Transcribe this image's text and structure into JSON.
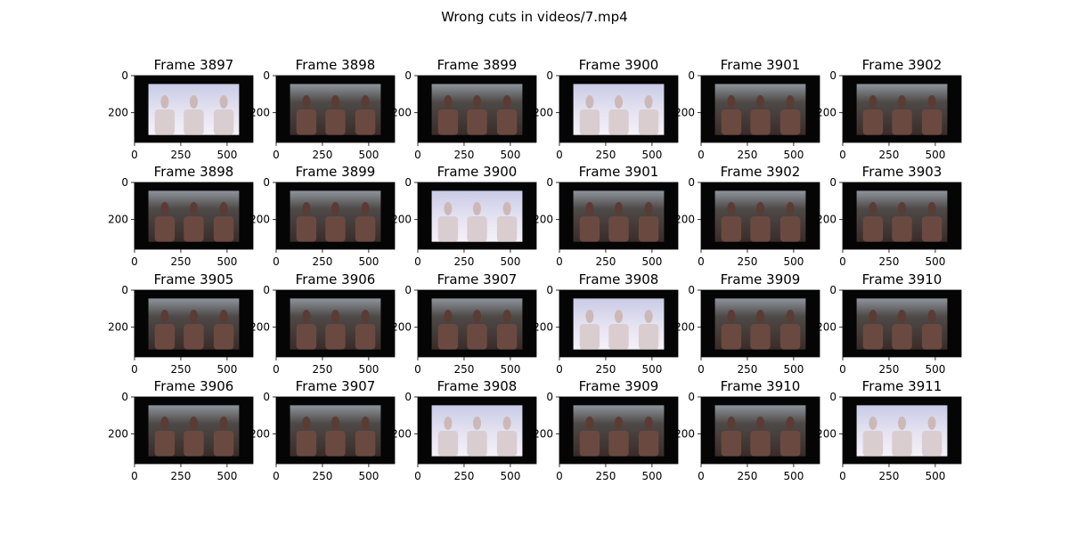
{
  "figure": {
    "suptitle": "Wrong cuts in videos/7.mp4"
  },
  "chart_data": {
    "type": "image-grid",
    "title": "Wrong cuts in videos/7.mp4",
    "rows": 4,
    "cols": 6,
    "xticks": [
      0,
      250,
      500
    ],
    "yticks": [
      0,
      200
    ],
    "xlim": [
      0,
      640
    ],
    "ylim": [
      360,
      0
    ],
    "panels": [
      {
        "title": "Frame 3897",
        "tone": "bright"
      },
      {
        "title": "Frame 3898",
        "tone": "dark"
      },
      {
        "title": "Frame 3899",
        "tone": "dark"
      },
      {
        "title": "Frame 3900",
        "tone": "bright"
      },
      {
        "title": "Frame 3901",
        "tone": "dark"
      },
      {
        "title": "Frame 3902",
        "tone": "dark"
      },
      {
        "title": "Frame 3898",
        "tone": "dark"
      },
      {
        "title": "Frame 3899",
        "tone": "dark"
      },
      {
        "title": "Frame 3900",
        "tone": "bright"
      },
      {
        "title": "Frame 3901",
        "tone": "dark"
      },
      {
        "title": "Frame 3902",
        "tone": "dark"
      },
      {
        "title": "Frame 3903",
        "tone": "dark"
      },
      {
        "title": "Frame 3905",
        "tone": "dark"
      },
      {
        "title": "Frame 3906",
        "tone": "dark"
      },
      {
        "title": "Frame 3907",
        "tone": "dark"
      },
      {
        "title": "Frame 3908",
        "tone": "bright"
      },
      {
        "title": "Frame 3909",
        "tone": "dark"
      },
      {
        "title": "Frame 3910",
        "tone": "dark"
      },
      {
        "title": "Frame 3906",
        "tone": "dark"
      },
      {
        "title": "Frame 3907",
        "tone": "dark"
      },
      {
        "title": "Frame 3908",
        "tone": "bright"
      },
      {
        "title": "Frame 3909",
        "tone": "dark"
      },
      {
        "title": "Frame 3910",
        "tone": "dark"
      },
      {
        "title": "Frame 3911",
        "tone": "bright"
      }
    ]
  }
}
